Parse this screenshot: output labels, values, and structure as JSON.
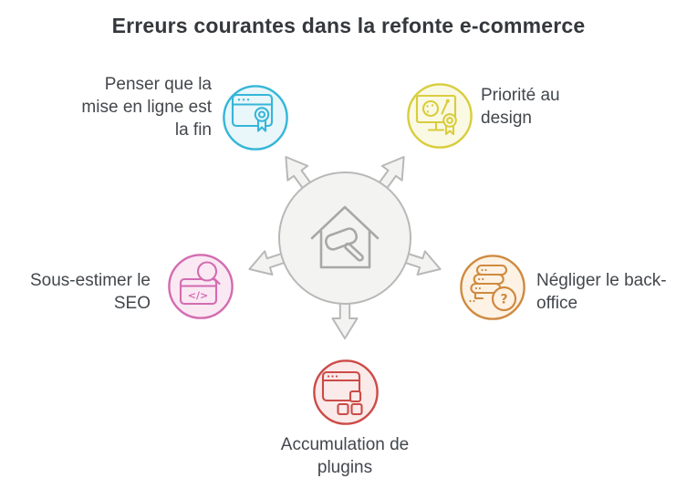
{
  "title": "Erreurs courantes dans la refonte e-commerce",
  "palette": {
    "background": "#ffffff",
    "title_color": "#34383c",
    "text_color": "#43474c",
    "hub_fill": "#f3f3f2",
    "hub_stroke": "#b8b8b8",
    "house_stroke": "#a8a8a8"
  },
  "center": {
    "icon": "house-hammer-icon",
    "arrow_directions": [
      "up-left",
      "up-right",
      "left",
      "right",
      "down"
    ]
  },
  "nodes": [
    {
      "id": "mise-en-ligne",
      "position": "top-left",
      "label": "Penser que la mise en ligne est la fin",
      "icon": "browser-award-icon",
      "stroke": "#35b6d8",
      "fill": "#e9f6fa"
    },
    {
      "id": "design",
      "position": "top-right",
      "label": "Priorité au design",
      "icon": "design-monitor-award-icon",
      "stroke": "#d9cd3d",
      "fill": "#faf9e4"
    },
    {
      "id": "seo",
      "position": "left",
      "label": "Sous-estimer le SEO",
      "icon": "code-search-icon",
      "stroke": "#d36cb0",
      "fill": "#fae8f3"
    },
    {
      "id": "back-office",
      "position": "right",
      "label": "Négliger le back-office",
      "icon": "server-question-icon",
      "stroke": "#cf8a41",
      "fill": "#fdf2e3"
    },
    {
      "id": "plugins",
      "position": "bottom",
      "label": "Accumulation de plugins",
      "icon": "browser-plugins-icon",
      "stroke": "#cc4b48",
      "fill": "#faeae9"
    }
  ],
  "icon_glyphs": {
    "code_text": "</>",
    "question_text": "?"
  }
}
